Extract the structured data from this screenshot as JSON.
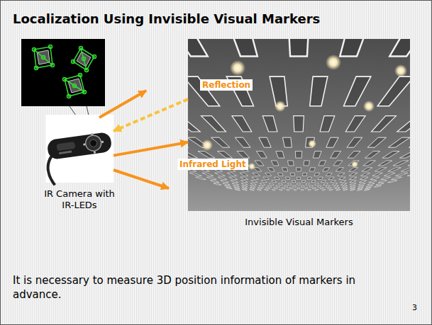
{
  "diagram": {
    "title": "Localization Using Invisible Visual Markers",
    "nodes": [
      {
        "text": [
          "IR Camera with IR-LEDs"
        ]
      },
      {
        "text": [
          "Invisible Visual Markers"
        ]
      }
    ],
    "edges": [
      {
        "from": 0,
        "to": 1,
        "arrow": "to",
        "label": "Infrared Light"
      },
      {
        "from": 1,
        "to": 0,
        "arrow": "to",
        "label": "Reflection"
      }
    ],
    "labels": [
      "It is necessary to measure 3D position information of markers in advance.",
      "3"
    ]
  }
}
